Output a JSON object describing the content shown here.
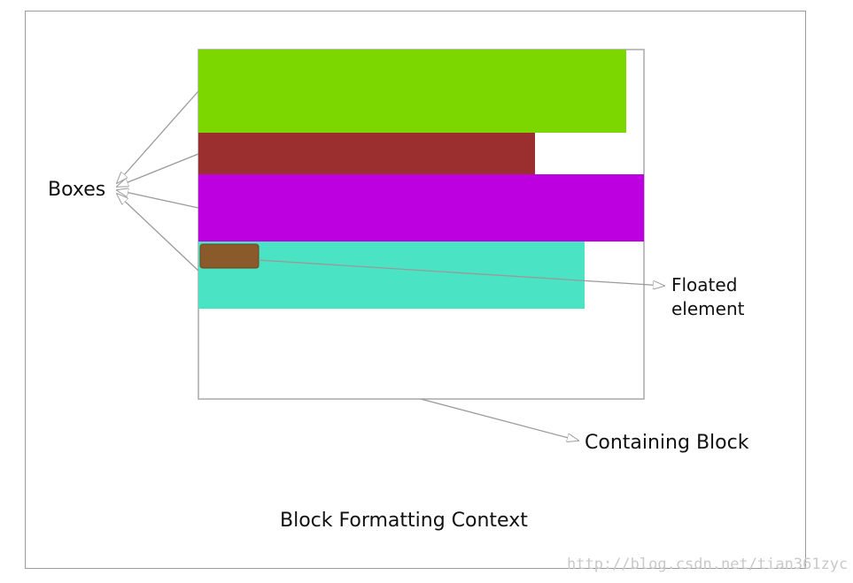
{
  "labels": {
    "boxes": "Boxes",
    "floated_line1": "Floated",
    "floated_line2": "element",
    "containing_block": "Containing Block",
    "caption": "Block Formatting Context"
  },
  "watermark": "http://blog.csdn.net/tian361zyc",
  "colors": {
    "green_box": "#7cd600",
    "red_box": "#9b2e2e",
    "purple_box": "#bd00e0",
    "teal_box": "#4ae3c3",
    "floated_box": "#8b5a2b",
    "outline": "#a8a8a8",
    "arrow": "#9a9a9a"
  }
}
